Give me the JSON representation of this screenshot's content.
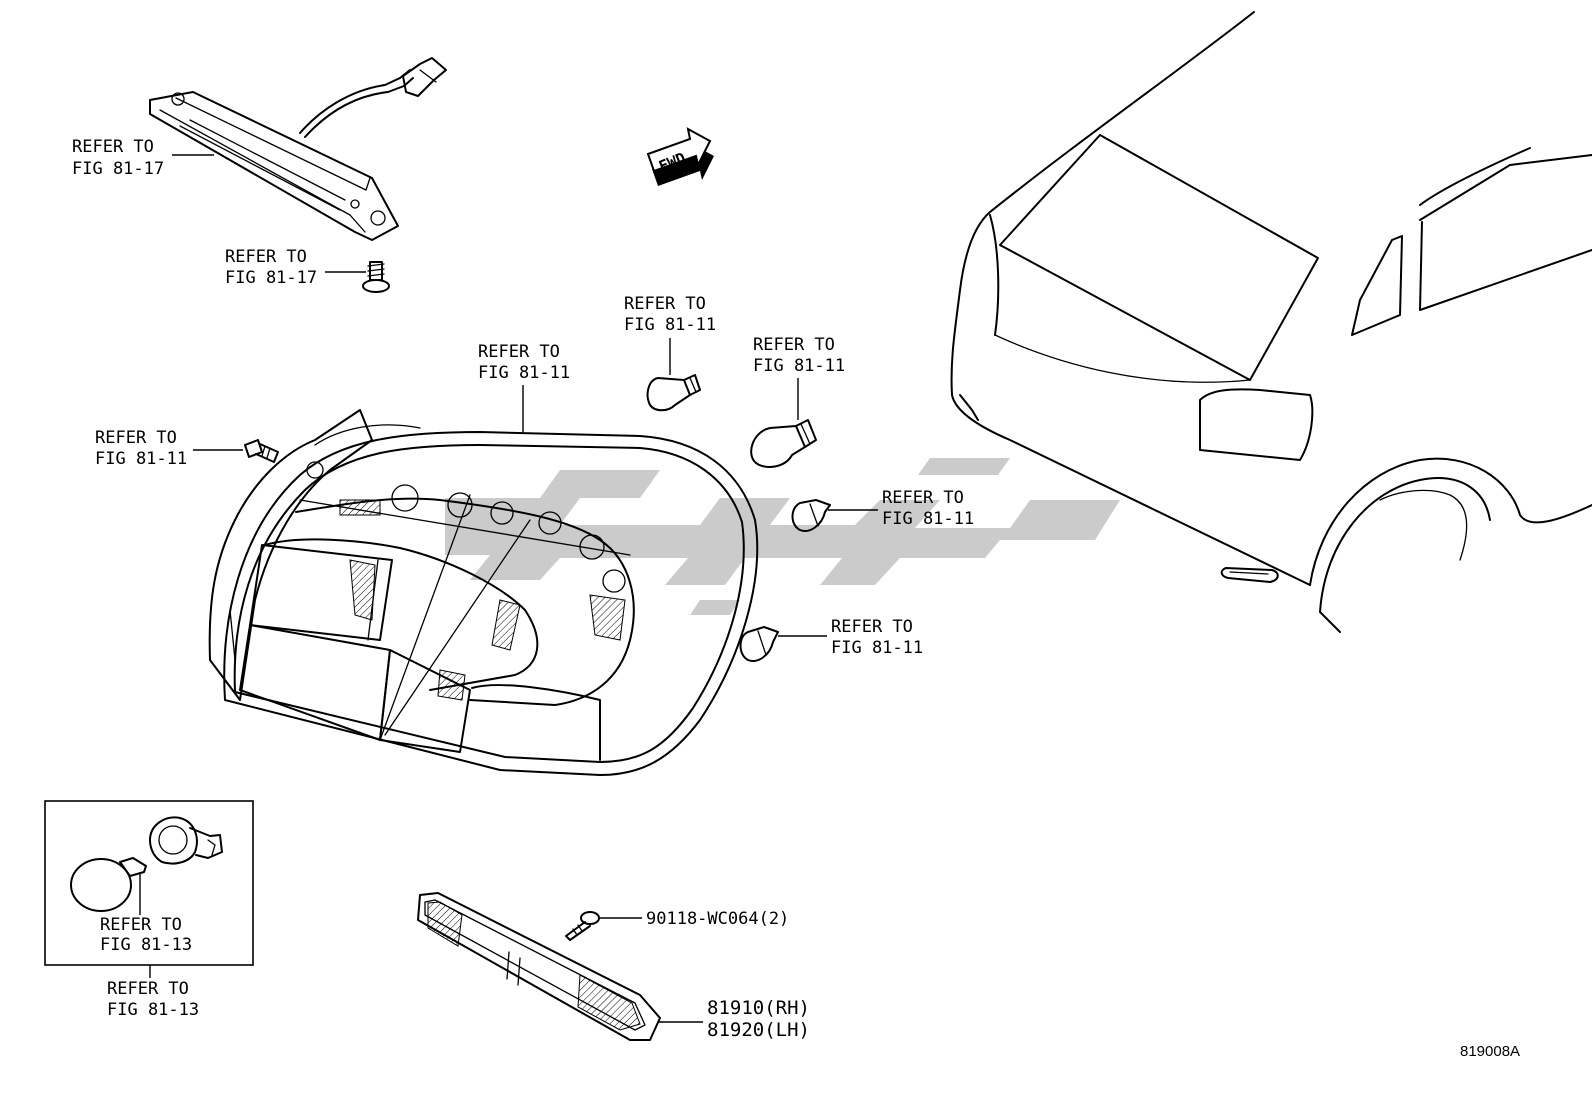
{
  "diagram": {
    "fwd_label": "FWD",
    "figure_code": "819008A",
    "callouts": [
      {
        "id": "hms-lamp",
        "line1": "REFER TO",
        "line2": "FIG 81-17"
      },
      {
        "id": "hms-screw",
        "line1": "REFER TO",
        "line2": "FIG 81-17"
      },
      {
        "id": "bulb-small",
        "line1": "REFER TO",
        "line2": "FIG 81-11"
      },
      {
        "id": "tail-lamp",
        "line1": "REFER TO",
        "line2": "FIG 81-11"
      },
      {
        "id": "bulb-large",
        "line1": "REFER TO",
        "line2": "FIG 81-11"
      },
      {
        "id": "bolt-left",
        "line1": "REFER TO",
        "line2": "FIG 81-11"
      },
      {
        "id": "clip-upper",
        "line1": "REFER TO",
        "line2": "FIG 81-11"
      },
      {
        "id": "clip-lower",
        "line1": "REFER TO",
        "line2": "FIG 81-11"
      },
      {
        "id": "socket-bulb",
        "line1": "REFER TO",
        "line2": "FIG 81-13"
      },
      {
        "id": "socket-box",
        "line1": "REFER TO",
        "line2": "FIG 81-13"
      }
    ],
    "parts": [
      {
        "id": "screw",
        "number": "90118-WC064(2)"
      },
      {
        "id": "reflector-rh",
        "number": "81910(RH)"
      },
      {
        "id": "reflector-lh",
        "number": "81920(LH)"
      }
    ]
  }
}
